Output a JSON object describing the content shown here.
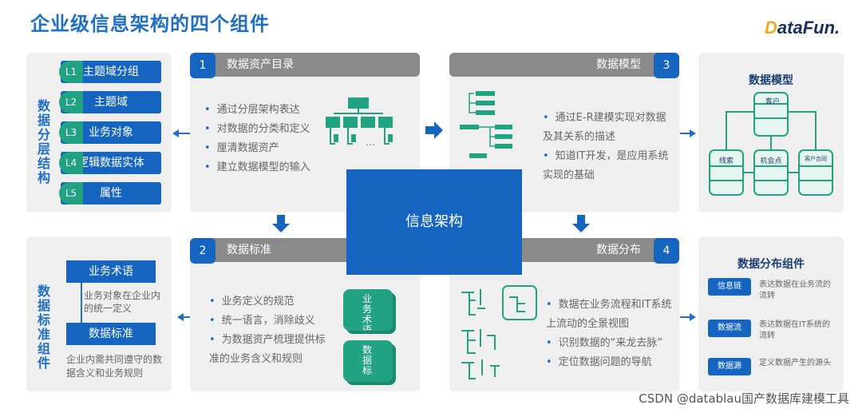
{
  "title": "企业级信息架构的四个组件",
  "logo": {
    "prefix": "D",
    "text": "ataFun."
  },
  "left_top": {
    "vertical_title": "数据分层结构",
    "levels": [
      {
        "code": "L1",
        "label": "主题域分组"
      },
      {
        "code": "L2",
        "label": "主题域"
      },
      {
        "code": "L3",
        "label": "业务对象"
      },
      {
        "code": "L4",
        "label": "逻辑数据实体"
      },
      {
        "code": "L5",
        "label": "属性"
      }
    ]
  },
  "left_bottom": {
    "vertical_title": "数据标准组件",
    "term_box": "业务术语",
    "term_desc": "业务对象在企业内的统一定义",
    "std_box": "数据标准",
    "std_desc": "企业内需共同遵守的数据含义和业务规则"
  },
  "q1": {
    "num": "1",
    "header": "数据资产目录",
    "bullets": [
      "通过分层架构表达",
      "对数据的分类和定义",
      "厘清数据资产",
      "建立数据模型的输入"
    ],
    "dots": "…"
  },
  "q2": {
    "num": "2",
    "header": "数据标准",
    "bullets": [
      "业务定义的规范",
      "统一语言，消除歧义",
      "为数据资产梳理提供标准的业务含义和规则"
    ],
    "card1": "业务术语",
    "card2": "数据标"
  },
  "q3": {
    "num": "3",
    "header": "数据模型",
    "bullets": [
      "通过E-R建模实现对数据及其关系的描述",
      "知道IT开发，是应用系统实现的基础"
    ]
  },
  "q4": {
    "num": "4",
    "header": "数据分布",
    "bullets": [
      "数据在业务流程和IT系统上流动的全景视图",
      "识别数据的“来龙去脉”",
      "定位数据问题的导航"
    ]
  },
  "center": "信息架构",
  "right_top": {
    "title": "数据模型",
    "entity_top": "客户",
    "entity_left": "线索",
    "entity_mid": "机会点",
    "entity_right": "客户合同"
  },
  "right_bottom": {
    "title": "数据分布组件",
    "items": [
      {
        "tag": "信息链",
        "desc": "表达数据在业务流的流转"
      },
      {
        "tag": "数据流",
        "desc": "表达数据在IT系统的流转"
      },
      {
        "tag": "数据源",
        "desc": "定义数据产生的源头"
      }
    ]
  },
  "watermark": "CSDN @datablau国产数据库建模工具",
  "colors": {
    "primary": "#1565c0",
    "teal": "#21a383",
    "header_gray": "#8a8a8a",
    "panel": "#efefef"
  }
}
